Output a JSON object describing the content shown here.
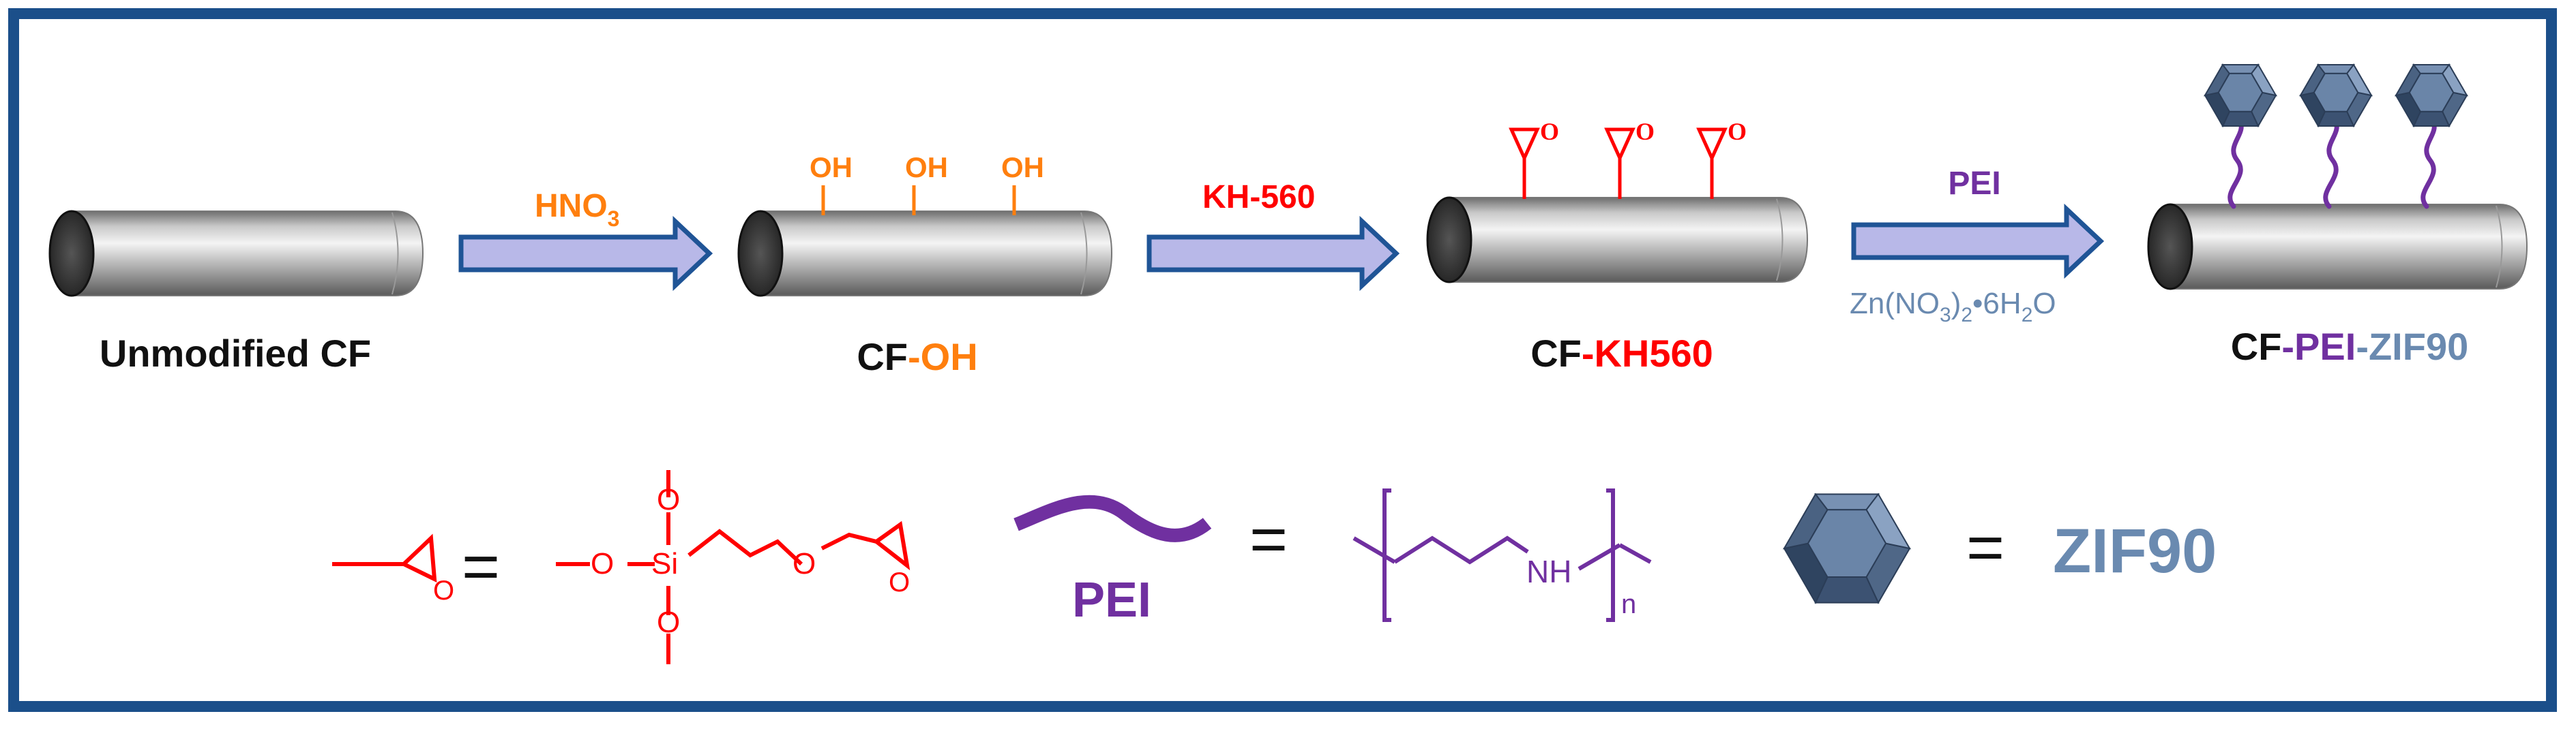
{
  "colors": {
    "border": "#1b4f8a",
    "black": "#111111",
    "orange": "#ff7f0e",
    "red": "#ff0000",
    "purple": "#7030a0",
    "steel": "#6a8ab0",
    "arrow_fill": "#b8b8e8",
    "arrow_stroke": "#1f5496",
    "hex_face": "#6a85a8"
  },
  "stages": {
    "unmodified": {
      "label": "Unmodified CF"
    },
    "cf_oh": {
      "prefix": "CF",
      "suffix": "-OH",
      "groups": [
        "OH",
        "OH",
        "OH"
      ]
    },
    "cf_kh560": {
      "prefix": "CF",
      "suffix": "-KH560",
      "epoxy_o": "O"
    },
    "cf_pei_zif90": {
      "prefix": "CF",
      "pei_part": "-PEI",
      "zif_part": "-ZIF90"
    }
  },
  "arrows": {
    "a1": {
      "reagent_main": "HNO",
      "reagent_sub": "3"
    },
    "a2": {
      "reagent": "KH-560"
    },
    "a3": {
      "reagent_top": "PEI",
      "reagent_bottom_parts": [
        "Zn(NO",
        "3",
        ")",
        "2",
        "•6H",
        "2",
        "O"
      ]
    }
  },
  "legend": {
    "kh560": {
      "equals": "=",
      "o_left": "O",
      "si": "Si",
      "o_top": "O",
      "o_bottom": "O",
      "o_chain": "O",
      "o_ring": "O",
      "o_small": "O"
    },
    "pei": {
      "label": "PEI",
      "equals": "=",
      "nh": "NH",
      "n": "n"
    },
    "zif": {
      "equals": "=",
      "label": "ZIF90"
    }
  }
}
